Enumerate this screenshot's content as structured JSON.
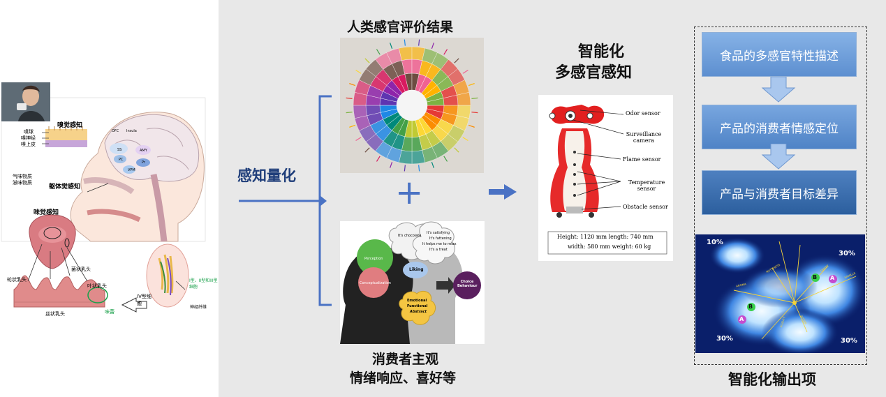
{
  "left_panel": {
    "olfactory_label": "嗅觉感知",
    "olfactory_parts": [
      "嗅球",
      "嗅神经",
      "嗅上皮"
    ],
    "substances": [
      "气味物质",
      "滋味物质"
    ],
    "somatosensory_label": "躯体觉感知",
    "taste_label": "味觉感知",
    "brain_labels": [
      "OFC",
      "Insula",
      "SS",
      "AMY",
      "PC",
      "Pr",
      "VPM"
    ],
    "papillae": {
      "fungiform": "轮状乳头",
      "foliate_left": "菌状乳头",
      "foliate_right": "叶状乳头",
      "filiform": "丝状乳头",
      "taste_bud": "味蕾"
    },
    "cell_types": {
      "iv": "IV型细胞",
      "i_iii": "I型、II型和III型细胞",
      "nerve": "神经纤维"
    }
  },
  "middle": {
    "quantify_label": "感知量化",
    "top_title": "人类感官评价结果",
    "plus": "+",
    "bottom_title_line1": "消费者主观",
    "bottom_title_line2": "情绪响应、喜好等",
    "consumer": {
      "perception": "Perception",
      "conceptualization": "Conceptualization",
      "liking": "Liking",
      "choice": "Choice Behaviour",
      "emotional": "Emotional",
      "functional": "Functional",
      "abstract": "Abstract",
      "bubble_chocolate": "It's chocolate",
      "bubble_lines": [
        "It's satisfying",
        "It's fattening",
        "It helps me to relax",
        "It's a treat"
      ]
    }
  },
  "robot": {
    "title_line1": "智能化",
    "title_line2": "多感官感知",
    "sensors": [
      "Odor sensor",
      "Surveillance camera",
      "Flame sensor",
      "Temperature sensor",
      "Obstacle sensor"
    ],
    "specs_line1": "Height: 1120 mm   length: 740 mm",
    "specs_line2": "width: 580 mm   weight: 60 kg"
  },
  "right": {
    "steps": [
      "食品的多感官特性描述",
      "产品的消费者情感定位",
      "产品与消费者目标差异"
    ],
    "map_corners": [
      "10%",
      "30%",
      "30%",
      "30%"
    ],
    "map_markers": [
      "A",
      "B",
      "A",
      "B"
    ],
    "map_axes": [
      "AROMA",
      "VANILLA",
      "SWEET",
      "NUTTINESS",
      "BITTER",
      "ACIDITY"
    ],
    "bottom_title": "智能化输出项"
  },
  "colors": {
    "arrow_blue": "#4a72c4",
    "box_top": "#6e9fd8",
    "box_bottom": "#2c5f9e",
    "map_dark": "#0a1f6a",
    "map_light": "#dff1ff"
  }
}
